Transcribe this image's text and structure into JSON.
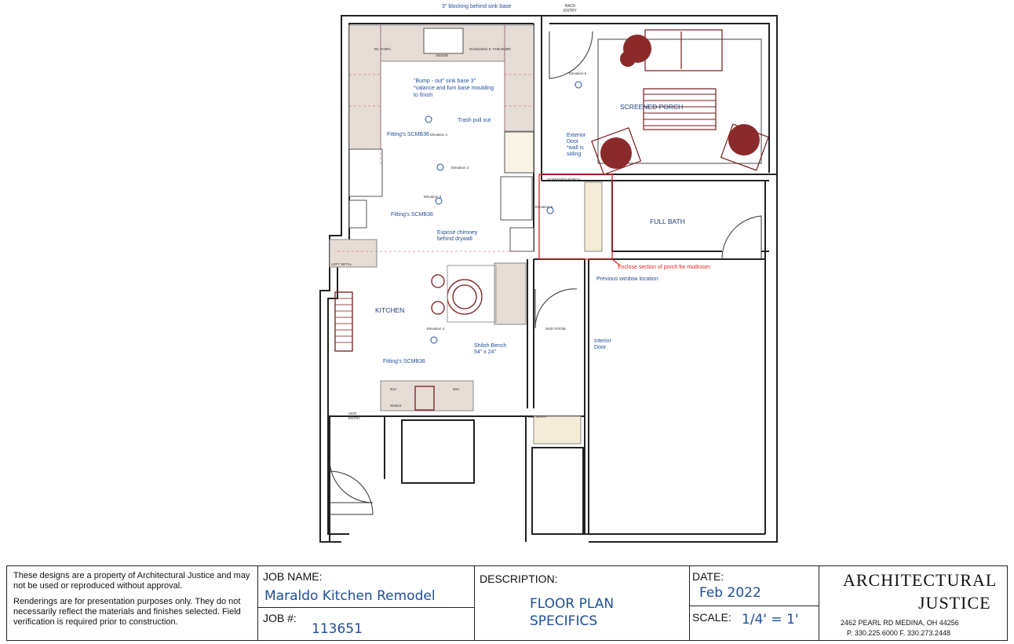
{
  "plan": {
    "notes": {
      "blocking": "3\" blocking behind sink base",
      "back_entry_1": "BACK",
      "back_entry_2": "ENTRY",
      "bumpout_1": "\"Bump - out\" sink base 3\"",
      "bumpout_2": "*valance and furn base moulding",
      "bumpout_3": "to finish",
      "trash": "Trash pull out",
      "fitting1": "Fitting's SCMB36",
      "fitting2": "Fitting's SCMB36",
      "fitting3": "Fitting's SCMB36",
      "exterior_1": "Exterior",
      "exterior_2": "Door",
      "exterior_3": "*wall is",
      "exterior_4": "siding",
      "chimney_1": "Expose chimney",
      "chimney_2": "behind drywall",
      "enclose": "Enclose section of porch for mudroom",
      "prev_window": "Previous window location",
      "shiloh_1": "Shiloh Bench",
      "shiloh_2": "54\" x 24\"",
      "interior_1": "Interior",
      "interior_2": "Door",
      "side_entry_1": "SIDE",
      "side_entry_2": "ENTRY",
      "mud_room": "MUD ROOM",
      "screened_porch_small": "SCREENED PORCH",
      "elev1": "Elevation 1",
      "elev2": "Elevation 2",
      "elev3": "Elevation 3",
      "elev4": "Elevation 4",
      "elev5": "Elevation 5",
      "elev6": "Elevation 6",
      "dishwasher": "Dishwasher 8",
      "sb_label": "SB3036",
      "bc_fhbfl": "BC FHBFL",
      "fhb_bcbr": "FHB BCBR",
      "b24": "B24",
      "b12": "B12",
      "dbl_right": "DBL RIGHT",
      "left_setal": "LEFT SETAL",
      "w3024": "W3024"
    },
    "rooms": {
      "screened_porch": "SCREENED PORCH",
      "full_bath": "FULL BATH",
      "kitchen": "KITCHEN"
    }
  },
  "titleblock": {
    "notice_1": "These designs are a property of Architectural Justice and may not be used or reproduced without approval.",
    "notice_2": "Renderings are for presentation purposes only. They do not necessarily reflect the materials and finishes selected. Field verification is required prior to construction.",
    "job_name_label": "JOB NAME:",
    "job_name": "Maraldo Kitchen Remodel",
    "job_num_label": "JOB #:",
    "job_num": "113651",
    "description_label": "DESCRIPTION:",
    "description_1": "FLOOR PLAN",
    "description_2": "SPECIFICS",
    "date_label": "DATE:",
    "date": "Feb 2022",
    "scale_label": "SCALE:",
    "scale": "1/4' = 1'",
    "firm_1": "ARCHITECTURAL",
    "firm_2": "JUSTICE",
    "address": "2462 PEARL RD MEDINA, OH 44256",
    "phone": "P. 330.225.6000  F. 330.273.2448"
  },
  "colors": {
    "annotation": "#1f4e9a",
    "cabinet": "#e6dcd6",
    "furniture": "#7a1a1a",
    "redline": "#e02020"
  }
}
